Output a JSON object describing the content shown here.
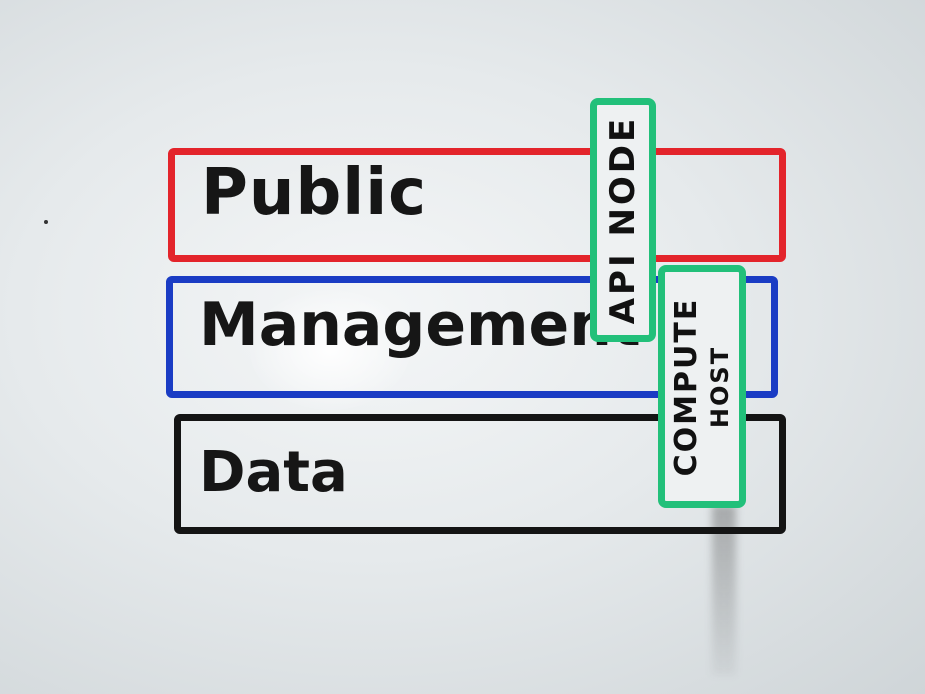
{
  "colors": {
    "public": "#e3242b",
    "management": "#1a3cc4",
    "data": "#141414",
    "node_outline": "#22c07a"
  },
  "layers": {
    "public": {
      "label": "Public"
    },
    "management": {
      "label": "Management"
    },
    "data": {
      "label": "Data"
    }
  },
  "nodes": {
    "api": {
      "label": "API NODE"
    },
    "compute": {
      "line1": "COMPUTE",
      "line2": "HOST"
    }
  }
}
